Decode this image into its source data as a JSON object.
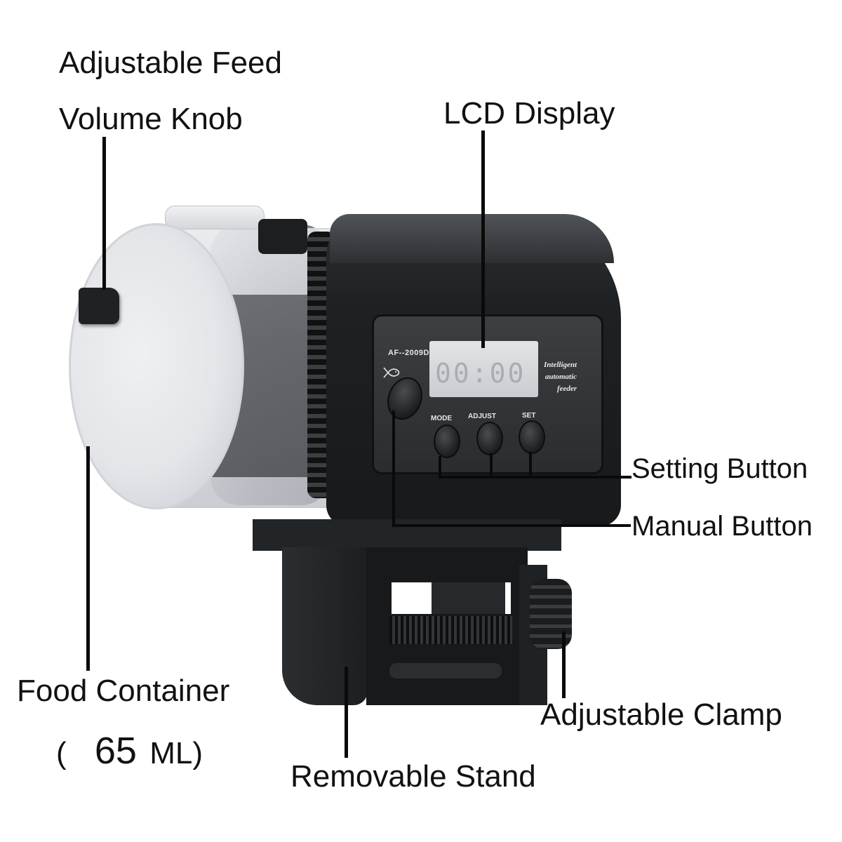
{
  "image": {
    "subject": "Automatic aquarium fish feeder",
    "background_color": "#ffffff",
    "label_color": "#111111"
  },
  "device": {
    "model": "AF--2009D",
    "lcd_digits": "00:00",
    "brand_text": [
      "Intelligent",
      "automatic",
      "feeder"
    ],
    "buttons": [
      {
        "label": "MODE"
      },
      {
        "label": "ADJUST"
      },
      {
        "label": "SET"
      }
    ],
    "manual_button_icon": "fish-icon"
  },
  "callouts": {
    "feed_knob": {
      "line1": "Adjustable Feed",
      "line2": "Volume Knob"
    },
    "lcd": {
      "text": "LCD Display"
    },
    "setting_button": {
      "text": "Setting Button"
    },
    "manual_button": {
      "text": "Manual Button"
    },
    "food_container": {
      "text": "Food Container",
      "capacity_open": "(",
      "capacity_value": "65",
      "capacity_unit": "ML)"
    },
    "stand": {
      "text": "Removable Stand"
    },
    "clamp": {
      "text": "Adjustable Clamp"
    }
  }
}
